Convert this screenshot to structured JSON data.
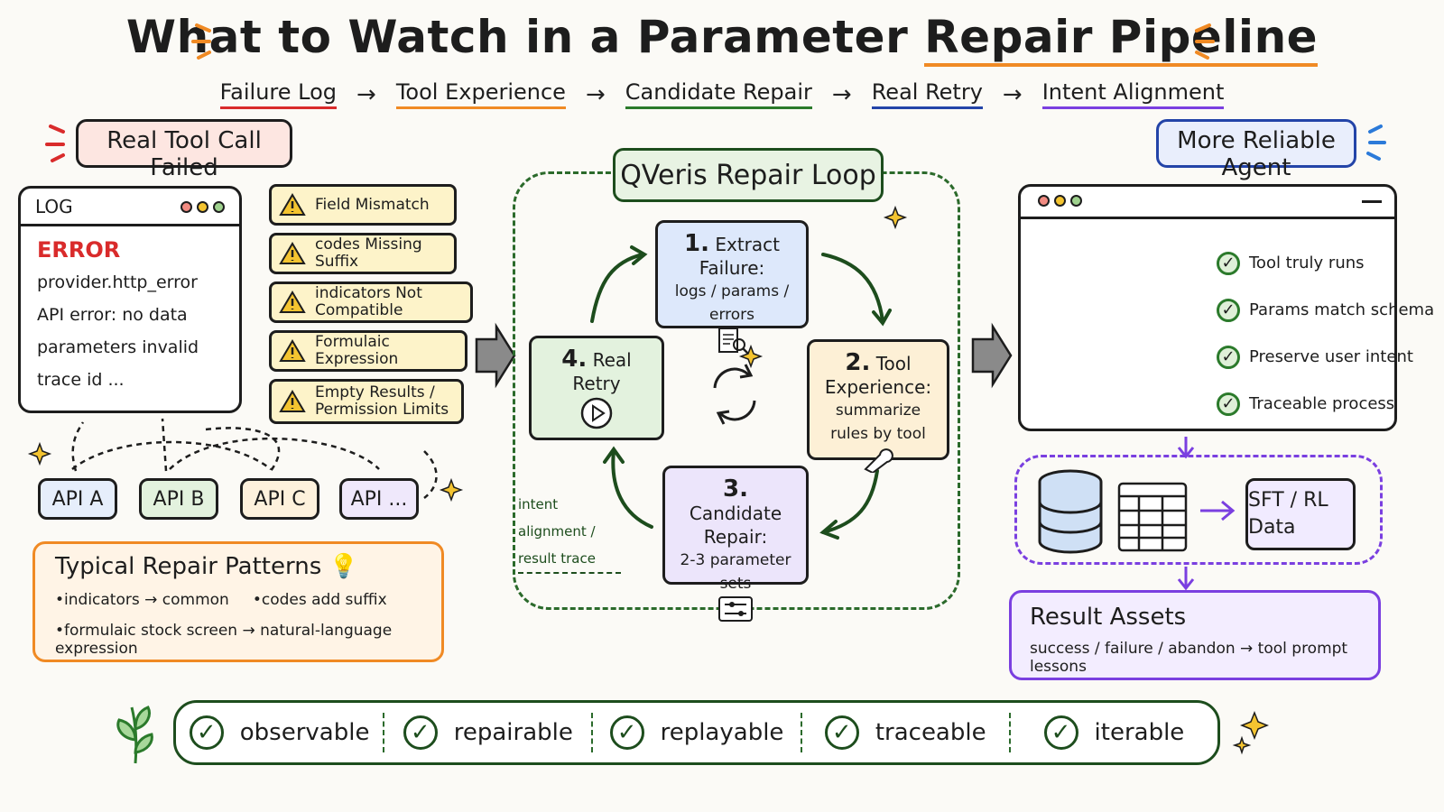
{
  "title": {
    "before": "What to Watch in a Parameter ",
    "highlight": "Repair Pipeline"
  },
  "steps": [
    {
      "label": "Failure Log",
      "color": "#d92b2b"
    },
    {
      "label": "Tool Experience",
      "color": "#f08a24"
    },
    {
      "label": "Candidate Repair",
      "color": "#2b7a2b"
    },
    {
      "label": "Real Retry",
      "color": "#2344a8"
    },
    {
      "label": "Intent Alignment",
      "color": "#7a3fe0"
    }
  ],
  "left": {
    "header_label": "Real Tool Call Failed",
    "log": {
      "title": "LOG",
      "error": "ERROR",
      "lines": [
        "provider.http_error",
        "API error: no data",
        "parameters invalid",
        "trace id ..."
      ]
    },
    "warnings": [
      "Field Mismatch",
      "codes Missing Suffix",
      "indicators Not Compatible",
      "Formulaic Expression",
      "Empty Results / Permission Limits"
    ],
    "apis": [
      "API A",
      "API B",
      "API C",
      "API ..."
    ],
    "patterns": {
      "title": "Typical Repair Patterns",
      "items": [
        "indicators → common",
        "codes add suffix",
        "formulaic stock screen → natural-language expression"
      ]
    }
  },
  "loop": {
    "title": "QVeris Repair Loop",
    "nodes": [
      {
        "num": "1.",
        "head": "Extract Failure:",
        "sub": "logs / params / errors",
        "icon": "document-search-icon"
      },
      {
        "num": "2.",
        "head": "Tool Experience:",
        "sub": "summarize rules by tool",
        "icon": "wrench-icon"
      },
      {
        "num": "3.",
        "head": "Candidate Repair:",
        "sub": "2-3 parameter sets",
        "icon": "sliders-icon"
      },
      {
        "num": "4.",
        "head": "Real Retry",
        "sub": "",
        "icon": "play-icon"
      }
    ],
    "side_note": "intent alignment / result trace"
  },
  "right": {
    "header_label": "More Reliable Agent",
    "checks": [
      "Tool truly runs",
      "Params match schema",
      "Preserve user intent",
      "Traceable process"
    ],
    "data_label": "SFT / RL Data",
    "assets": {
      "title": "Result Assets",
      "line": "success / failure / abandon → tool prompt lessons"
    }
  },
  "bottom": [
    "observable",
    "repairable",
    "replayable",
    "traceable",
    "iterable"
  ],
  "colors": {
    "red": "#d92b2b",
    "orange": "#f08a24",
    "green": "#2b7a2b",
    "blue": "#2344a8",
    "purple": "#7a3fe0"
  }
}
